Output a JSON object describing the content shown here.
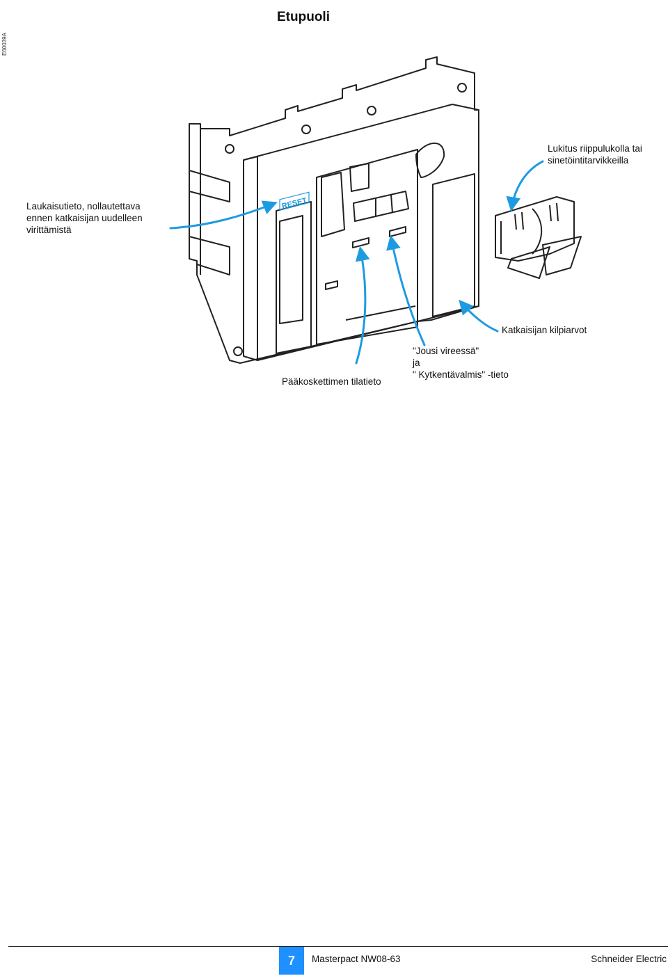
{
  "title": "Etupuoli",
  "reference": "E60039A",
  "figure": {
    "reset_label": "RESET",
    "callouts": {
      "lock": [
        "Lukitus riippulukolla tai",
        "sinetöintitarvikkeilla"
      ],
      "trip": [
        "Laukaisutieto, nollautettava",
        "ennen katkaisijan uudelleen",
        "virittämistä"
      ],
      "rating": "Katkaisijan kilpiarvot",
      "spring": [
        "\"Jousi  vireessä\"",
        "ja",
        "\" Kytkentävalmis\" -tieto"
      ],
      "main_contacts": "Pääkoskettimen tilatieto"
    },
    "arrow_color": "#1e9be0"
  },
  "footer": {
    "page_number": "7",
    "product": "Masterpact NW08-63",
    "brand": "Schneider Electric",
    "accent_color": "#1e90ff"
  }
}
